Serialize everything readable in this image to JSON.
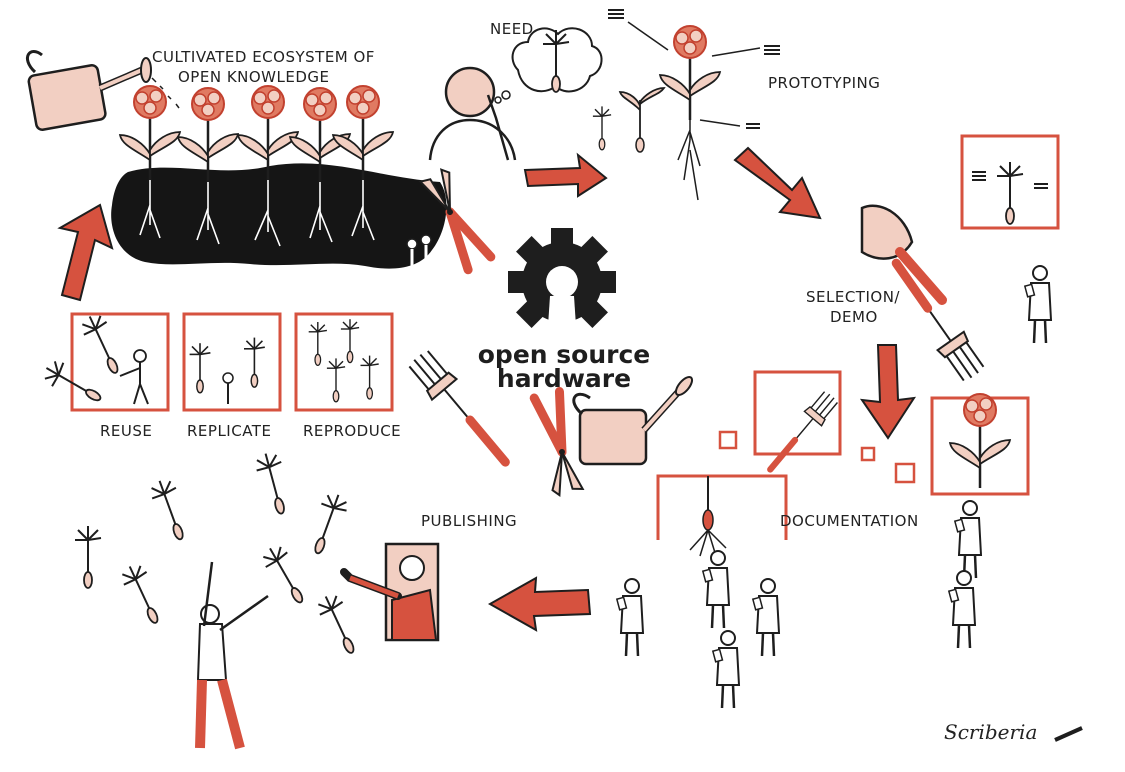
{
  "diagram": {
    "title_line1": "CULTIVATED ECOSYSTEM OF",
    "title_line2": "OPEN KNOWLEDGE",
    "stages": {
      "need": "NEED",
      "prototyping": "PROTOTYPING",
      "selection_line1": "SELECTION/",
      "selection_line2": "DEMO",
      "documentation": "DOCUMENTATION",
      "publishing": "PUBLISHING"
    },
    "panels": [
      "REUSE",
      "REPLICATE",
      "REPRODUCE"
    ],
    "center_line1": "open source",
    "center_line2": "hardware",
    "signature": "Scriberia"
  },
  "colors": {
    "accent": "#d6523f",
    "peach": "#f2cfc2",
    "ink": "#1e1e1e",
    "background": "#ffffff"
  },
  "icons": [
    "watering-can-icon",
    "flower-icon",
    "seed-icon",
    "gear-icon",
    "pruning-shears-icon",
    "garden-fork-icon",
    "trowel-icon",
    "arrow-icon",
    "person-icon"
  ]
}
